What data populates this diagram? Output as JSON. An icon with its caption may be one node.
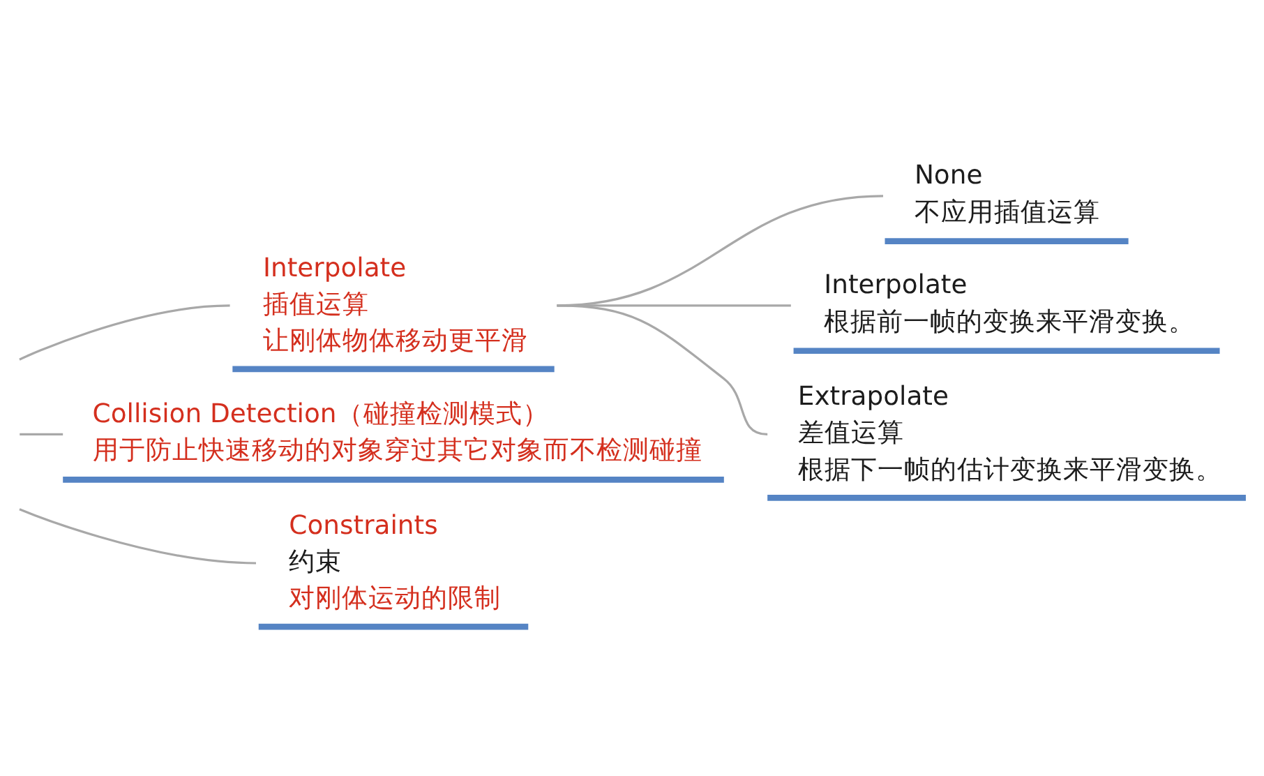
{
  "diagram": {
    "nodes": [
      {
        "text": [
          "Interpolate",
          "插值运算",
          "让刚体物体移动更平滑"
        ]
      },
      {
        "text": [
          "None",
          "不应用插值运算"
        ]
      },
      {
        "text": [
          "Interpolate",
          "根据前一帧的变换来平滑变换。"
        ]
      },
      {
        "text": [
          "Extrapolate",
          "差值运算",
          "根据下一帧的估计变换来平滑变换。"
        ]
      },
      {
        "text": [
          "Collision Detection（碰撞检测模式）",
          "用于防止快速移动的对象穿过其它对象而不检测碰撞"
        ]
      },
      {
        "text": [
          "Constraints",
          "约束",
          "对刚体运动的限制"
        ]
      }
    ],
    "edges": [
      {
        "from": null,
        "to": 0,
        "arrow": "none"
      },
      {
        "from": 0,
        "to": 1,
        "arrow": "none"
      },
      {
        "from": 0,
        "to": 2,
        "arrow": "none"
      },
      {
        "from": 0,
        "to": 3,
        "arrow": "none"
      },
      {
        "from": null,
        "to": 4,
        "arrow": "none"
      },
      {
        "from": null,
        "to": 5,
        "arrow": "none"
      }
    ]
  }
}
